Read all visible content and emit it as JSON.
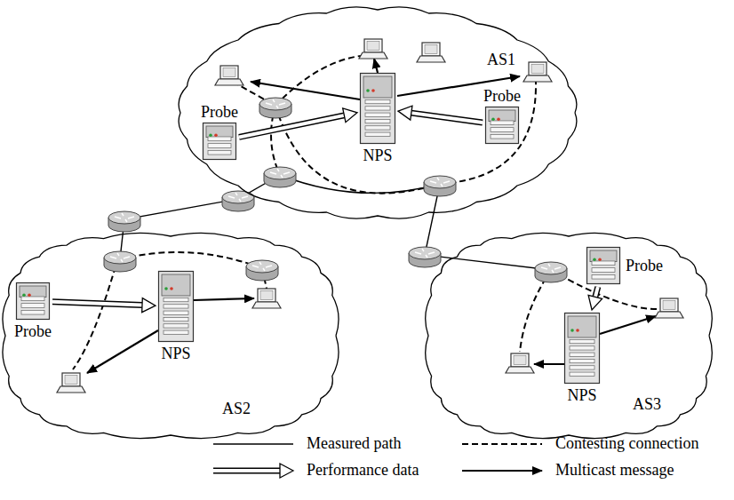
{
  "diagram": {
    "nodes": [
      {
        "text": [
          "AS1"
        ]
      },
      {
        "text": [
          "Probe"
        ],
        "in": 0
      },
      {
        "text": [
          "NPS"
        ],
        "in": 0
      },
      {
        "text": [
          "Probe"
        ],
        "in": 0
      },
      {
        "text": [
          "AS2"
        ]
      },
      {
        "text": [
          "Probe"
        ],
        "in": 4
      },
      {
        "text": [
          "NPS"
        ],
        "in": 4
      },
      {
        "text": [
          "AS3"
        ]
      },
      {
        "text": [
          "Probe"
        ],
        "in": 7
      },
      {
        "text": [
          "NPS"
        ],
        "in": 7
      }
    ],
    "edges": [
      {
        "from": 1,
        "to": 2,
        "arrow": "to"
      },
      {
        "from": 3,
        "to": 2,
        "arrow": "to"
      },
      {
        "from": 5,
        "to": 6,
        "arrow": "to"
      },
      {
        "from": 8,
        "to": 9,
        "arrow": "to"
      }
    ],
    "legend": [
      {
        "text": "Measured path"
      },
      {
        "text": "Contesting connection"
      },
      {
        "text": "Performance data"
      },
      {
        "text": "Multicast message"
      }
    ]
  }
}
